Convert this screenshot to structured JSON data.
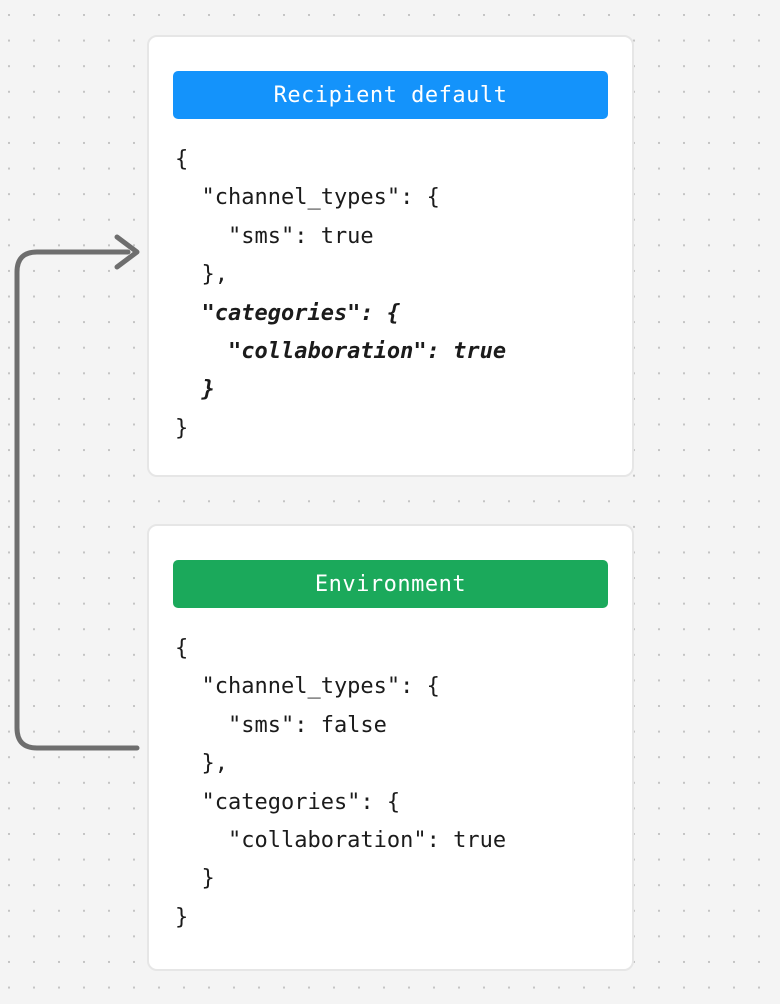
{
  "background": {
    "color": "#f4f4f4",
    "dot_color": "#c4c4c4",
    "pattern": "dot-grid"
  },
  "connector": {
    "name": "arrow-from-environment-to-recipient",
    "color": "#6e6e6e",
    "direction": "bottom-right to top-right, pointing right",
    "head": "arrowhead-right"
  },
  "cards": [
    {
      "id": "recipient-default",
      "header": {
        "label": "Recipient default",
        "background": "#1493fb",
        "text_color": "#ffffff"
      },
      "code_lines": [
        {
          "text": "{",
          "highlighted": false
        },
        {
          "text": "  \"channel_types\": {",
          "highlighted": false
        },
        {
          "text": "    \"sms\": true",
          "highlighted": false
        },
        {
          "text": "  },",
          "highlighted": false
        },
        {
          "text": "  \"categories\": {",
          "highlighted": true
        },
        {
          "text": "    \"collaboration\": true",
          "highlighted": true
        },
        {
          "text": "  }",
          "highlighted": true
        },
        {
          "text": "}",
          "highlighted": false
        }
      ]
    },
    {
      "id": "environment",
      "header": {
        "label": "Environment",
        "background": "#1ba95b",
        "text_color": "#ffffff"
      },
      "code_lines": [
        {
          "text": "{",
          "highlighted": false
        },
        {
          "text": "  \"channel_types\": {",
          "highlighted": false
        },
        {
          "text": "    \"sms\": false",
          "highlighted": false
        },
        {
          "text": "  },",
          "highlighted": false
        },
        {
          "text": "  \"categories\": {",
          "highlighted": false
        },
        {
          "text": "    \"collaboration\": true",
          "highlighted": false
        },
        {
          "text": "  }",
          "highlighted": false
        },
        {
          "text": "}",
          "highlighted": false
        }
      ]
    }
  ]
}
